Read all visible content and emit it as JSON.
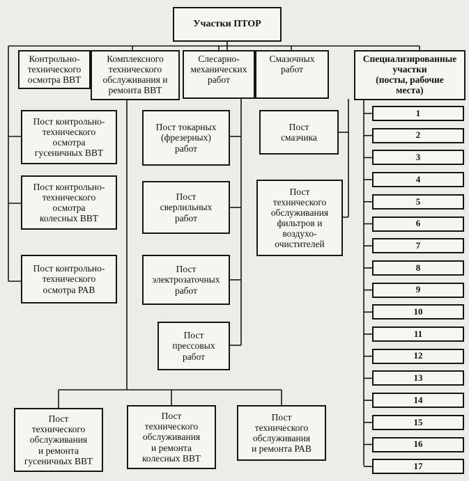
{
  "root": "Участки ПТОР",
  "sections": [
    "Контрольно-\nтехнического\nосмотра ВВТ",
    "Комплексного\nтехнического\nобслуживания и\nремонта ВВТ",
    "Слесарно-\nмеханических\nработ",
    "Смазочных\nработ",
    "Специализированные\nучастки\n(посты, рабочие\nместа)"
  ],
  "inspection_posts": [
    "Пост контрольно-\nтехнического\nосмотра\nгусеничных ВВТ",
    "Пост контрольно-\nтехнического\nосмотра\nколесных ВВТ",
    "Пост контрольно-\nтехнического\nосмотра РАВ"
  ],
  "mechanical_posts": [
    "Пост токарных\n(фрезерных)\nработ",
    "Пост\nсверлильных\nработ",
    "Пост\nэлектрозаточных\nработ",
    "Пост\nпрессовых\nработ"
  ],
  "lubrication_posts": [
    "Пост\nсмазчика",
    "Пост\nтехнического\nобслуживания\nфильтров и\nвоздухо-\nочистителей"
  ],
  "maintenance_posts": [
    "Пост\nтехнического\nобслуживания\nи ремонта\nгусеничных ВВТ",
    "Пост\nтехнического\nобслуживания\nи ремонта\nколесных ВВТ",
    "Пост\nтехнического\nобслуживания\nи ремонта РАВ"
  ],
  "specialized_places": [
    "1",
    "2",
    "3",
    "4",
    "5",
    "6",
    "7",
    "8",
    "9",
    "10",
    "11",
    "12",
    "13",
    "14",
    "15",
    "16",
    "17"
  ]
}
